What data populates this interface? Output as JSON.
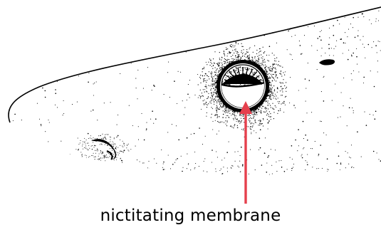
{
  "label": {
    "text": "nictitating membrane"
  },
  "colors": {
    "arrow": "#e5404d",
    "ink": "#000000",
    "background": "#ffffff"
  },
  "icons": {
    "head": "shark-head-stipple",
    "eye": "eye-with-membrane",
    "nostril": "nostril",
    "spiracle": "spiracle"
  }
}
